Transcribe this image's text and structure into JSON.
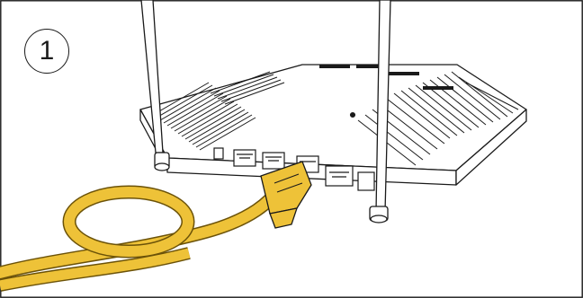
{
  "step": {
    "number": "1"
  },
  "colors": {
    "cable": "#eec238",
    "cable_outline": "#6b5208",
    "line": "#1a1a1a",
    "border": "#1a1a1a"
  },
  "icons": [
    "router-illustration",
    "ethernet-cable-illustration",
    "antenna-icon",
    "lan-port-icon"
  ]
}
